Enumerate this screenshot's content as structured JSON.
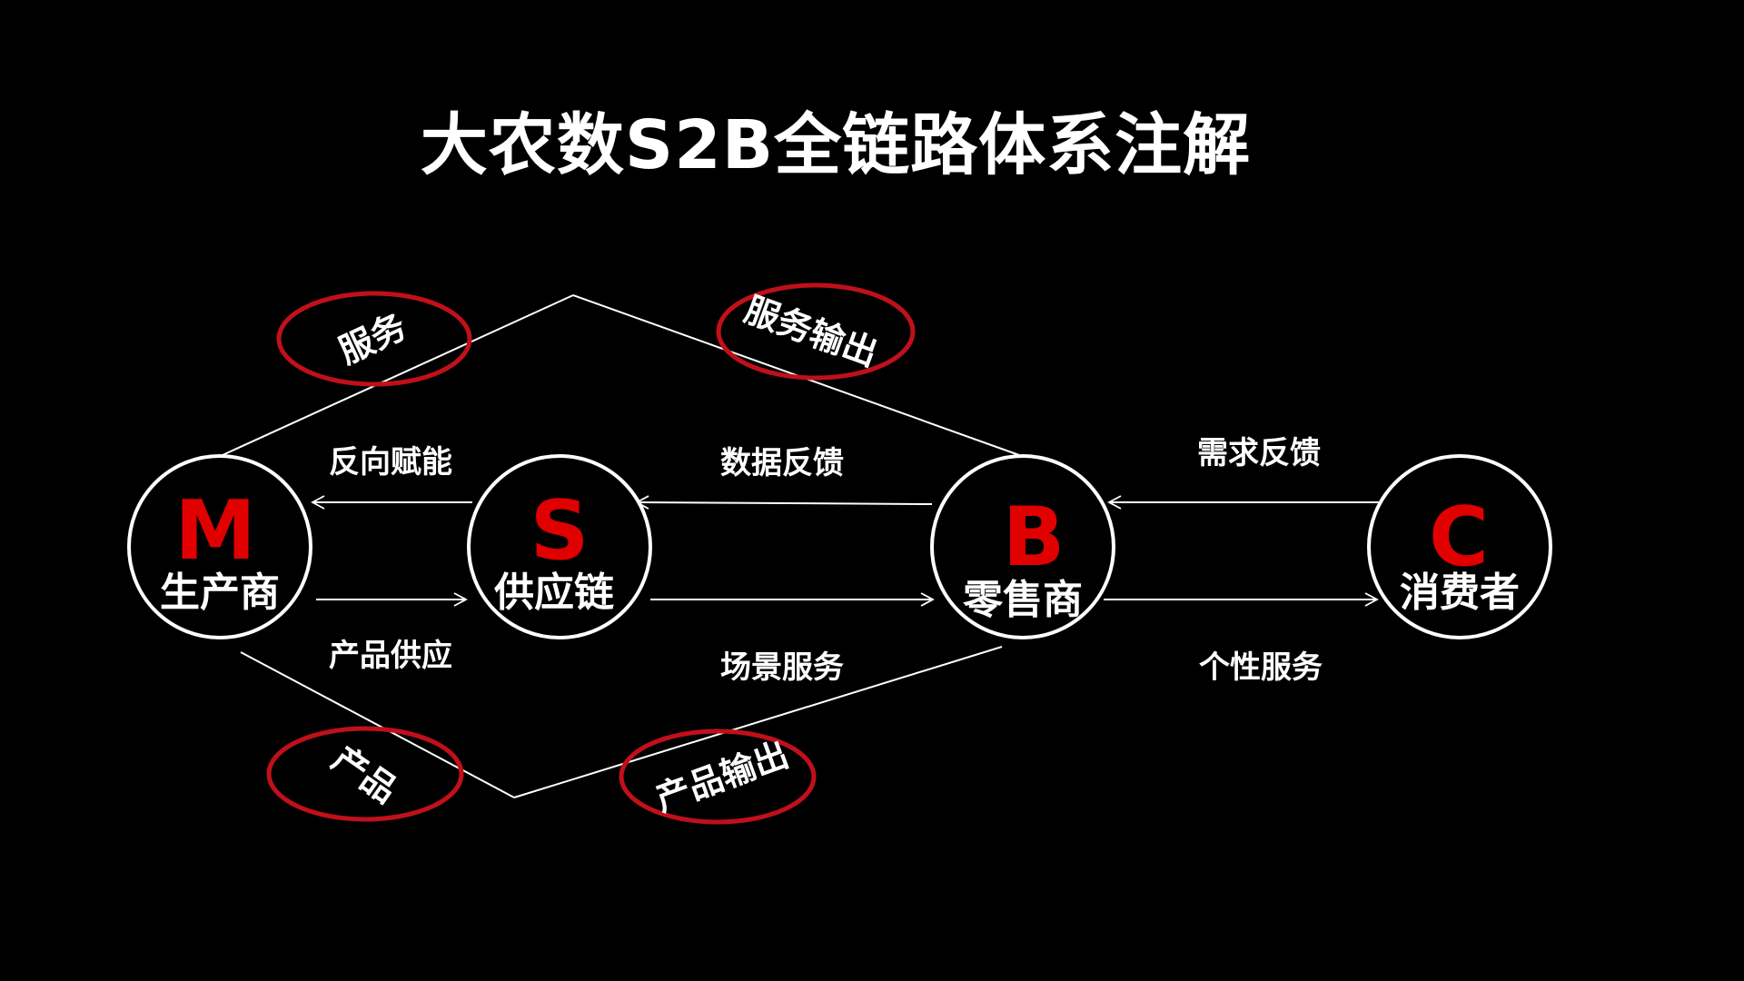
{
  "slide": {
    "title": "大农数S2B全链路体系注解"
  },
  "colors": {
    "background": "#000000",
    "foreground": "#ffffff",
    "accent": "#e00000",
    "ellipse_stroke": "#c0101a"
  },
  "nodes": {
    "m": {
      "letter": "M",
      "name": "生产商"
    },
    "s": {
      "letter": "S",
      "name": "供应链"
    },
    "b": {
      "letter": "B",
      "name": "零售商"
    },
    "c": {
      "letter": "C",
      "name": "消费者"
    }
  },
  "edges": {
    "s_to_m": "反向赋能",
    "m_to_s": "产品供应",
    "b_to_s": "数据反馈",
    "s_to_b": "场景服务",
    "c_to_b": "需求反馈",
    "b_to_c": "个性服务"
  },
  "ellipses": {
    "service": "服务",
    "service_output": "服务输出",
    "product": "产品",
    "product_output": "产品输出"
  }
}
